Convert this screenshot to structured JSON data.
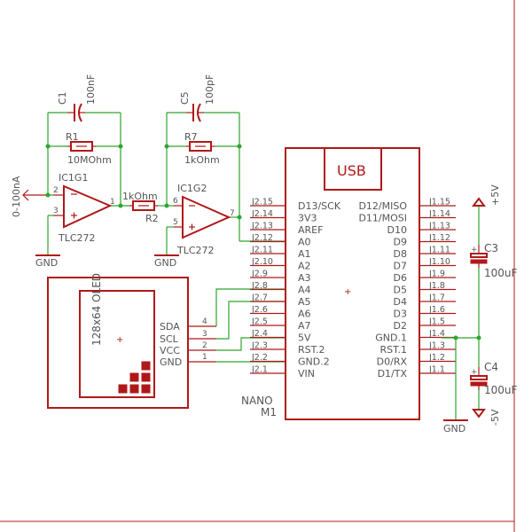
{
  "input_label": "0-100nA",
  "components": {
    "C1": {
      "name": "C1",
      "value": "100nF"
    },
    "R1": {
      "name": "R1",
      "value": "10MOhm"
    },
    "IC1G1": {
      "name": "IC1G1",
      "value": "TLC272"
    },
    "R2": {
      "name": "R2",
      "value": "1kOhm"
    },
    "C5": {
      "name": "C5",
      "value": "100pF"
    },
    "R7": {
      "name": "R7",
      "value": "1kOhm"
    },
    "IC1G2": {
      "name": "IC1G2",
      "value": "TLC272"
    },
    "C3": {
      "name": "C3",
      "value": "100uF"
    },
    "C4": {
      "name": "C4",
      "value": "100uF"
    }
  },
  "opamp_pins": {
    "g1": [
      "2",
      "3",
      "1"
    ],
    "g2": [
      "6",
      "5",
      "7"
    ]
  },
  "gnd": "GND",
  "plus": "+",
  "minus": "−",
  "supply": {
    "pos": "+5V",
    "neg": "-5V"
  },
  "oled": {
    "label": "128x64 OLED",
    "pins": [
      "SDA",
      "SCL",
      "VCC",
      "GND"
    ],
    "pin_numbers": [
      "4",
      "3",
      "2",
      "1"
    ]
  },
  "nano": {
    "usb": "USB",
    "name": "NANO",
    "ref": "M1",
    "left_pins": [
      "D13/SCK",
      "3V3",
      "AREF",
      "A0",
      "A1",
      "A2",
      "A3",
      "A4",
      "A5",
      "A6",
      "A7",
      "5V",
      "RST.2",
      "GND.2",
      "VIN"
    ],
    "left_nets": [
      "J2.15",
      "J2.14",
      "J2.13",
      "J2.12",
      "J2.11",
      "J2.10",
      "J2.9",
      "J2.8",
      "J2.7",
      "J2.6",
      "J2.5",
      "J2.4",
      "J2.3",
      "J2.2",
      "J2.1"
    ],
    "right_pins": [
      "D12/MISO",
      "D11/MOSI",
      "D10",
      "D9",
      "D8",
      "D7",
      "D6",
      "D5",
      "D4",
      "D3",
      "D2",
      "GND.1",
      "RST.1",
      "D0/RX",
      "D1/TX"
    ],
    "right_nets": [
      "J1.15",
      "J1.14",
      "J1.13",
      "J1.12",
      "J1.11",
      "J1.10",
      "J1.9",
      "J1.8",
      "J1.7",
      "J1.6",
      "J1.5",
      "J1.4",
      "J1.3",
      "J1.2",
      "J1.1"
    ]
  }
}
